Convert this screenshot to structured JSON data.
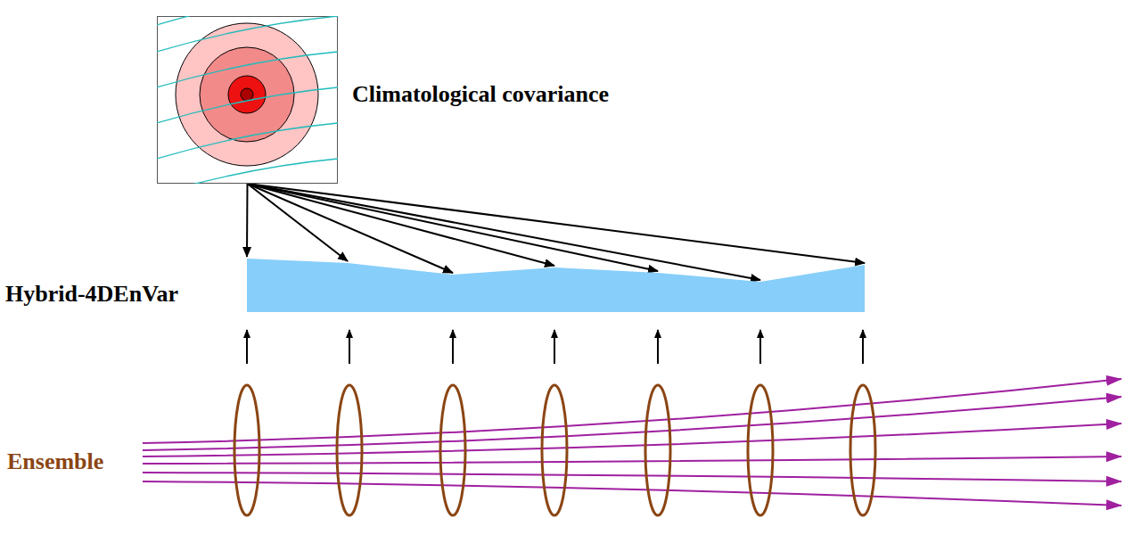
{
  "diagram": {
    "nodes": [
      {
        "text": [
          "Climatological covariance"
        ]
      },
      {
        "text": [
          "Hybrid-4DEnVar"
        ]
      }
    ],
    "edges": [
      {
        "from": 0,
        "to": 1,
        "arrow": "to"
      }
    ],
    "labels": [
      "Ensemble"
    ]
  }
}
